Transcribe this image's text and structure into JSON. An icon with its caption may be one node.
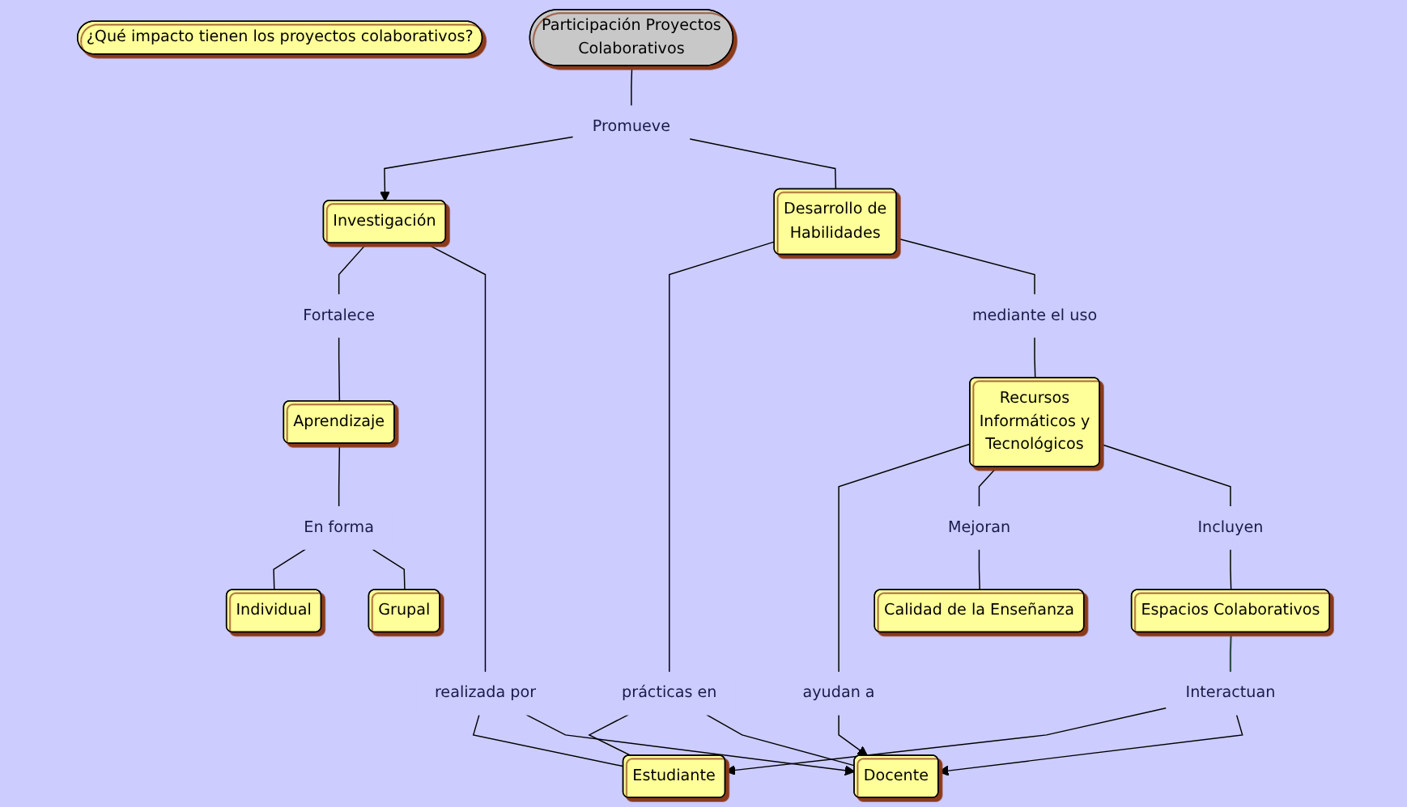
{
  "diagram": {
    "nodes": [
      {
        "text": [
          "¿Qué impacto tienen los proyectos colaborativos?"
        ]
      },
      {
        "text": [
          "Participación Proyectos Colaborativos"
        ]
      },
      {
        "text": [
          "Promueve"
        ]
      },
      {
        "text": [
          "Investigación"
        ]
      },
      {
        "text": [
          "Desarrollo de Habilidades"
        ]
      },
      {
        "text": [
          "Fortalece"
        ]
      },
      {
        "text": [
          "realizada por"
        ]
      },
      {
        "text": [
          "prácticas en"
        ]
      },
      {
        "text": [
          "mediante el uso"
        ]
      },
      {
        "text": [
          "Recursos Informáticos y Tecnológicos"
        ]
      },
      {
        "text": [
          "ayudan a"
        ]
      },
      {
        "text": [
          "Aprendizaje"
        ]
      },
      {
        "text": [
          "Estudiante"
        ]
      },
      {
        "text": [
          "Docente"
        ]
      },
      {
        "text": [
          "En forma"
        ]
      },
      {
        "text": [
          "Mejoran"
        ]
      },
      {
        "text": [
          "Incluyen"
        ]
      },
      {
        "text": [
          "Calidad de la Enseñanza"
        ]
      },
      {
        "text": [
          "Individual"
        ]
      },
      {
        "text": [
          "Grupal"
        ]
      },
      {
        "text": [
          "Espacios Colaborativos"
        ]
      },
      {
        "text": [
          "Interactuan"
        ]
      }
    ],
    "edges": [
      {
        "from": 1,
        "to": 2,
        "arrow": "none"
      },
      {
        "from": 2,
        "to": 3,
        "arrow": "to"
      },
      {
        "from": 2,
        "to": 4,
        "arrow": "none"
      },
      {
        "from": 3,
        "to": 5,
        "arrow": "none"
      },
      {
        "from": 5,
        "to": 11,
        "arrow": "none"
      },
      {
        "from": 3,
        "to": 6,
        "arrow": "none"
      },
      {
        "from": 6,
        "to": 12,
        "arrow": "none"
      },
      {
        "from": 6,
        "to": 13,
        "arrow": "to"
      },
      {
        "from": 4,
        "to": 7,
        "arrow": "none"
      },
      {
        "from": 7,
        "to": 12,
        "arrow": "none"
      },
      {
        "from": 7,
        "to": 13,
        "arrow": "none"
      },
      {
        "from": 4,
        "to": 8,
        "arrow": "none"
      },
      {
        "from": 8,
        "to": 9,
        "arrow": "none"
      },
      {
        "from": 9,
        "to": 10,
        "arrow": "none"
      },
      {
        "from": 10,
        "to": 13,
        "arrow": "to"
      },
      {
        "from": 11,
        "to": 14,
        "arrow": "none"
      },
      {
        "from": 14,
        "to": 18,
        "arrow": "none"
      },
      {
        "from": 14,
        "to": 19,
        "arrow": "none"
      },
      {
        "from": 9,
        "to": 15,
        "arrow": "none"
      },
      {
        "from": 15,
        "to": 17,
        "arrow": "none"
      },
      {
        "from": 9,
        "to": 16,
        "arrow": "none"
      },
      {
        "from": 16,
        "to": 20,
        "arrow": "none"
      },
      {
        "from": 20,
        "to": 21,
        "arrow": "none",
        "color": "#2f4f4f"
      },
      {
        "from": 21,
        "to": 12,
        "arrow": "to"
      },
      {
        "from": 21,
        "to": 13,
        "arrow": "to"
      }
    ]
  }
}
